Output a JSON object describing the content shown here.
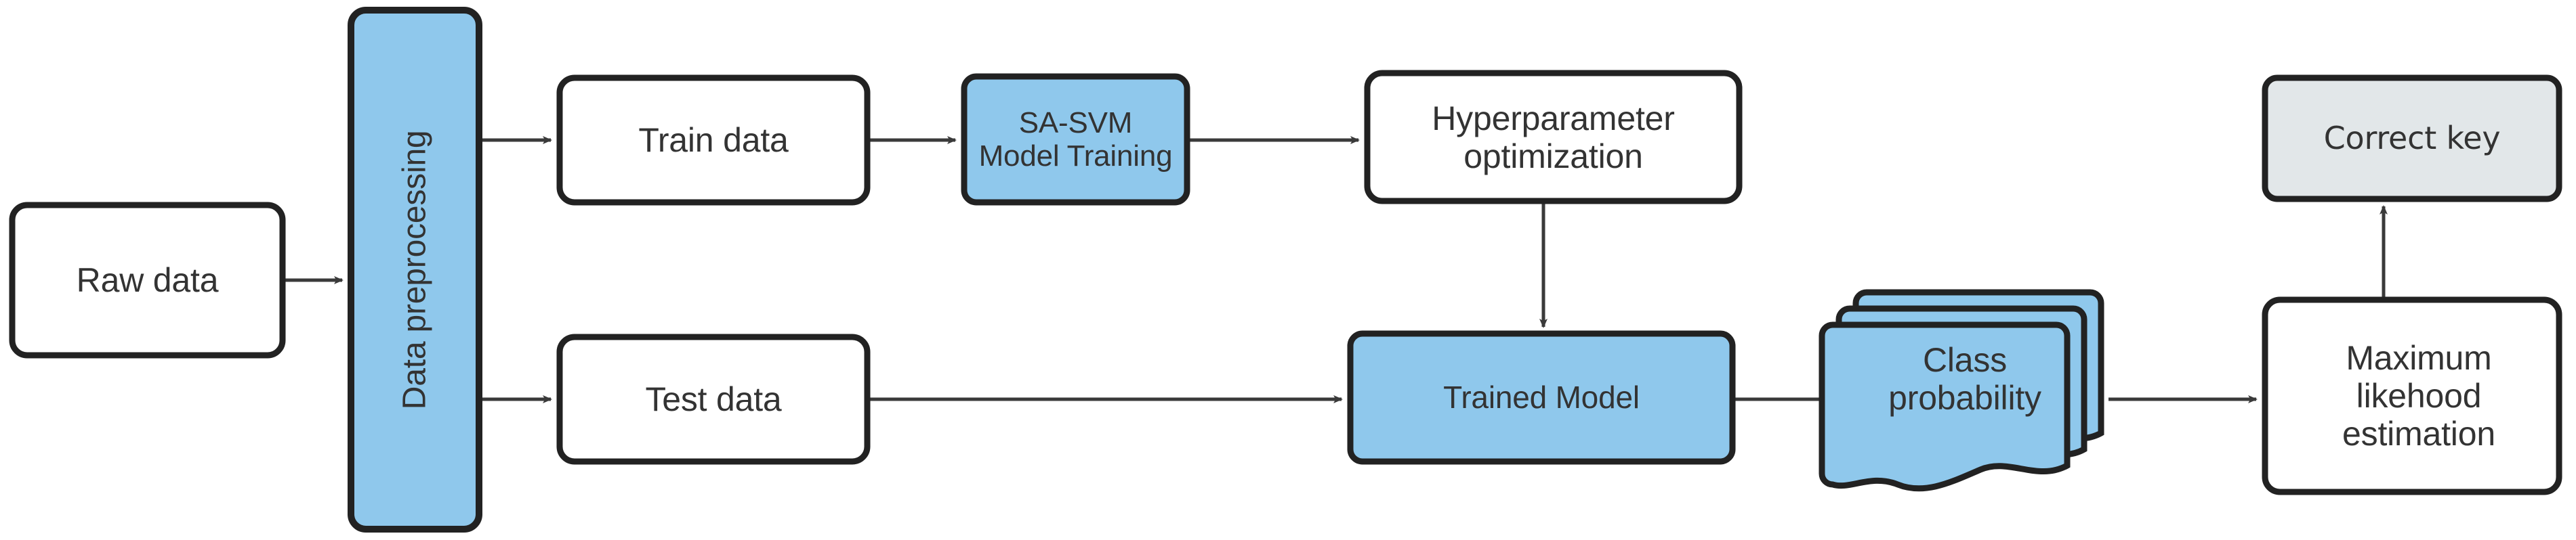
{
  "diagram": {
    "title": "SA-SVM classification pipeline flowchart",
    "colors": {
      "stroke": "#222222",
      "fill_blue": "#8FC8EC",
      "fill_white": "#FFFFFF",
      "fill_gray": "#E2E7E9",
      "text": "#333333",
      "arrow": "#3A3A3A"
    },
    "nodes": [
      {
        "id": "raw-data",
        "label": "Raw data",
        "shape": "rounded-rect",
        "fill": "white"
      },
      {
        "id": "preprocessing",
        "label": "Data preprocessing",
        "shape": "rounded-rect",
        "fill": "blue",
        "rotated": "-90"
      },
      {
        "id": "train-data",
        "label": "Train data",
        "shape": "rounded-rect",
        "fill": "white"
      },
      {
        "id": "sa-svm",
        "label": "SA-SVM\nModel Training",
        "shape": "rounded-rect",
        "fill": "blue"
      },
      {
        "id": "hyperparam",
        "label": "Hyperparameter\noptimization",
        "shape": "rounded-rect",
        "fill": "white"
      },
      {
        "id": "correct-key",
        "label": "Correct key",
        "shape": "rounded-rect",
        "fill": "gray"
      },
      {
        "id": "test-data",
        "label": "Test data",
        "shape": "rounded-rect",
        "fill": "white"
      },
      {
        "id": "trained-model",
        "label": "Trained Model",
        "shape": "rounded-rect",
        "fill": "blue"
      },
      {
        "id": "class-prob",
        "label": "Class\nprobability",
        "shape": "multi-document",
        "fill": "blue"
      },
      {
        "id": "mle",
        "label": "Maximum\nlikehood\nestimation",
        "shape": "rounded-rect",
        "fill": "white"
      }
    ],
    "edges": [
      {
        "from": "raw-data",
        "to": "preprocessing",
        "direction": "right"
      },
      {
        "from": "preprocessing",
        "to": "train-data",
        "direction": "right"
      },
      {
        "from": "preprocessing",
        "to": "test-data",
        "direction": "right"
      },
      {
        "from": "train-data",
        "to": "sa-svm",
        "direction": "right"
      },
      {
        "from": "sa-svm",
        "to": "hyperparam",
        "direction": "right"
      },
      {
        "from": "hyperparam",
        "to": "trained-model",
        "direction": "down"
      },
      {
        "from": "test-data",
        "to": "trained-model",
        "direction": "right"
      },
      {
        "from": "trained-model",
        "to": "class-prob",
        "direction": "right"
      },
      {
        "from": "class-prob",
        "to": "mle",
        "direction": "right"
      },
      {
        "from": "mle",
        "to": "correct-key",
        "direction": "up"
      }
    ]
  }
}
